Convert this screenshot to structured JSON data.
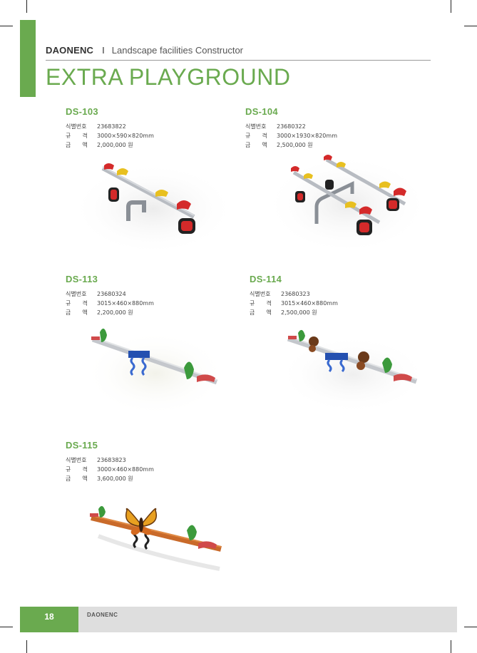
{
  "header": {
    "brand": "DAONENC",
    "separator": "I",
    "tagline": "Landscape facilities Constructor",
    "title": "EXTRA PLAYGROUND"
  },
  "spec_labels": {
    "id": "식별번호",
    "size": "규　　격",
    "price": "금　　액"
  },
  "products": [
    {
      "code": "DS-103",
      "id": "23683822",
      "size": "3000×590×820mm",
      "price": "2,000,000 원"
    },
    {
      "code": "DS-104",
      "id": "23680322",
      "size": "3000×1930×820mm",
      "price": "2,500,000 원"
    },
    {
      "code": "DS-113",
      "id": "23680324",
      "size": "3015×460×880mm",
      "price": "2,200,000 원"
    },
    {
      "code": "DS-114",
      "id": "23680323",
      "size": "3015×460×880mm",
      "price": "2,500,000 원"
    },
    {
      "code": "DS-115",
      "id": "23683823",
      "size": "3000×460×880mm",
      "price": "3,600,000 원"
    }
  ],
  "footer": {
    "page_number": "18",
    "brand": "DAONENC"
  },
  "colors": {
    "accent_green": "#6aaa4f",
    "footer_gray": "#dedede"
  }
}
